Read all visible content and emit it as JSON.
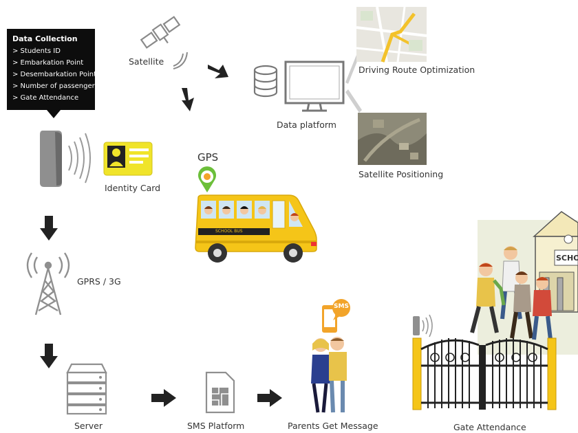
{
  "data_collection": {
    "title": "Data Collection",
    "items": [
      "> Students ID",
      "> Embarkation Point",
      "> Desembarkation Point",
      "> Number of passengers",
      "> Gate Attendance"
    ]
  },
  "labels": {
    "satellite": "Satellite",
    "data_platform": "Data platform",
    "driving_route": "Driving Route Optimization",
    "satellite_positioning": "Satellite Positioning",
    "gps": "GPS",
    "identity_card": "Identity Card",
    "gprs": "GPRS / 3G",
    "server": "Server",
    "sms_platform": "SMS Platform",
    "parents": "Parents Get Message",
    "gate_attendance": "Gate Attendance",
    "sms_bubble": "SMS",
    "school_bus": "SCHOOL BUS",
    "school_sign": "SCHO"
  },
  "colors": {
    "bus_yellow": "#f5c518",
    "card_yellow": "#f0e42a",
    "gps_pin": "#6cbf3a",
    "sms_orange": "#f2a42a",
    "arrow": "#222222",
    "icon_gray": "#9a9a9a"
  }
}
